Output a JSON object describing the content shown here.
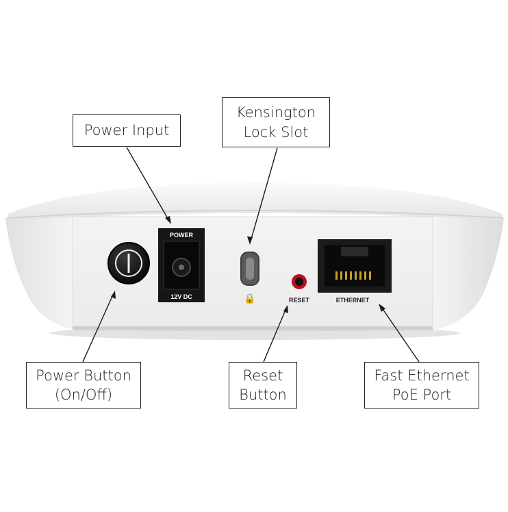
{
  "callouts": {
    "power_input": "Power Input",
    "kensington": "Kensington\nLock Slot",
    "power_button": "Power Button\n(On/Off)",
    "reset_button": "Reset\nButton",
    "ethernet_port": "Fast Ethernet\nPoE Port"
  },
  "device_labels": {
    "power": "POWER",
    "voltage": "12V DC",
    "reset": "RESET",
    "ethernet": "ETHERNET"
  },
  "colors": {
    "device_body": "#f2f2f2",
    "device_shadow": "#d9d9d9",
    "port_black": "#141414",
    "reset_ring": "#b3121e"
  }
}
